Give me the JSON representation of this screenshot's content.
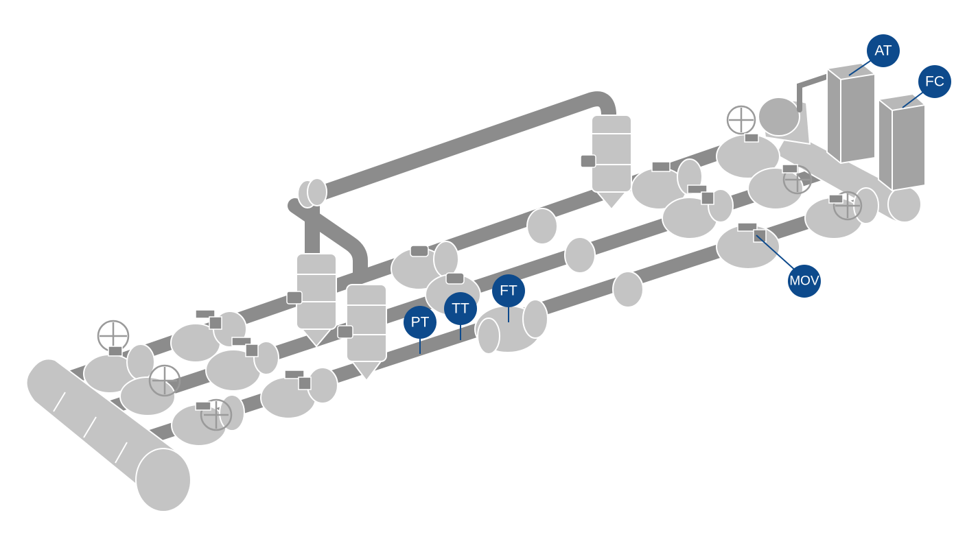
{
  "colors": {
    "tag_fill": "#0d4a8c",
    "tag_text": "#ffffff",
    "pipe": "#8c8c8c",
    "fitting": "#c4c4c4",
    "panel": "#9a9a9a"
  },
  "icons": [
    "valve-icon",
    "handwheel-icon",
    "actuator-icon",
    "strainer-icon",
    "flange-icon",
    "header-icon",
    "analyzer-cabinet-icon"
  ],
  "tags": [
    {
      "id": "at",
      "label": "AT"
    },
    {
      "id": "fc",
      "label": "FC"
    },
    {
      "id": "mov",
      "label": "MOV"
    },
    {
      "id": "ft",
      "label": "FT"
    },
    {
      "id": "tt",
      "label": "TT"
    },
    {
      "id": "pt",
      "label": "PT"
    }
  ]
}
